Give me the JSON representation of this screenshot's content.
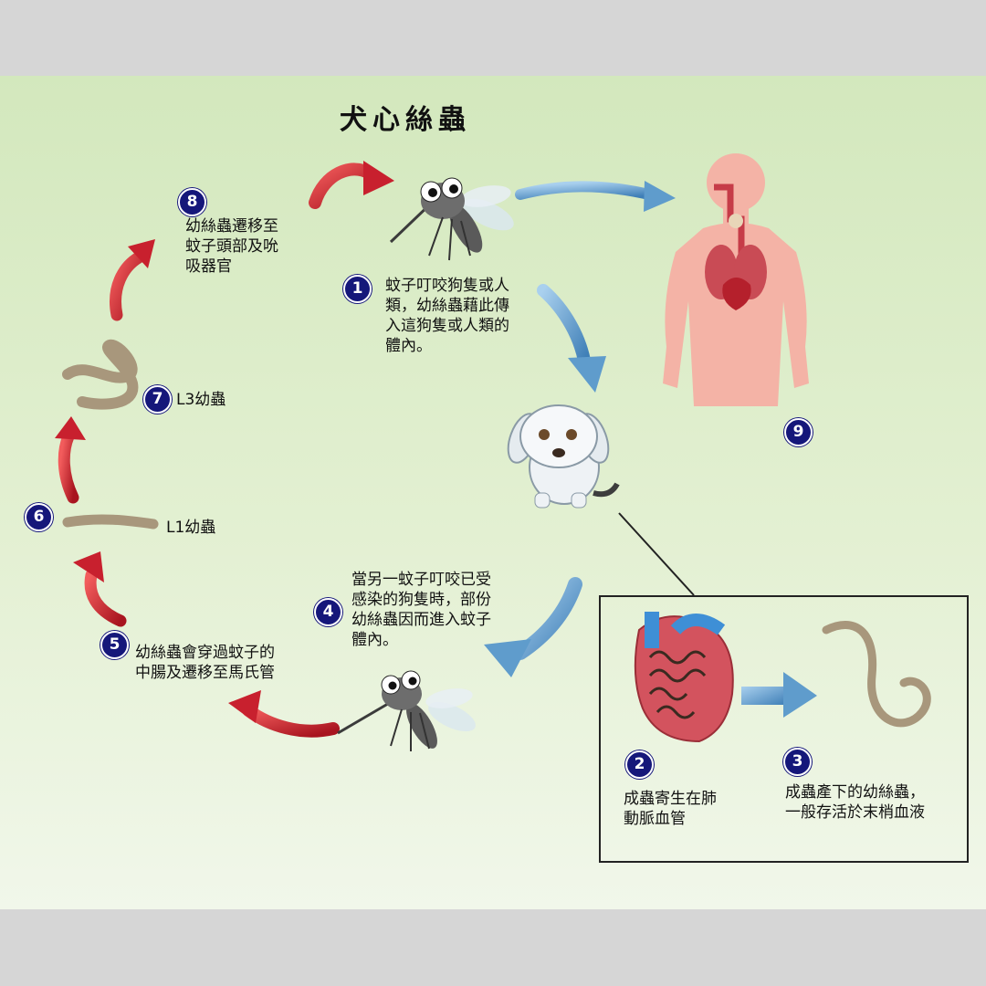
{
  "title": "犬心絲蟲",
  "steps": [
    {
      "n": "1",
      "text": "蚊子叮咬狗隻或人\n類，幼絲蟲藉此傳\n入這狗隻或人類的\n體內。"
    },
    {
      "n": "2",
      "text": "成蟲寄生在肺\n動脈血管"
    },
    {
      "n": "3",
      "text": "成蟲產下的幼絲蟲，\n一般存活於末梢血液"
    },
    {
      "n": "4",
      "text": "當另一蚊子叮咬已受\n感染的狗隻時，部份\n幼絲蟲因而進入蚊子\n體內。"
    },
    {
      "n": "5",
      "text": "幼絲蟲會穿過蚊子的\n中腸及遷移至馬氏管"
    },
    {
      "n": "6",
      "text": "L1幼蟲"
    },
    {
      "n": "7",
      "text": "L3幼蟲"
    },
    {
      "n": "8",
      "text": "幼絲蟲遷移至\n蚊子頭部及吮\n吸器官"
    },
    {
      "n": "9",
      "text": ""
    }
  ],
  "colors": {
    "red_arrow": "#c8202e",
    "blue_arrow": "#5f9ccc",
    "number_badge": "#15177a",
    "worm": "#a8977c",
    "human": "#f4b3a6"
  },
  "icons": [
    "mosquito-icon",
    "human-body-icon",
    "puppy-icon",
    "heart-icon",
    "worm-icon"
  ]
}
